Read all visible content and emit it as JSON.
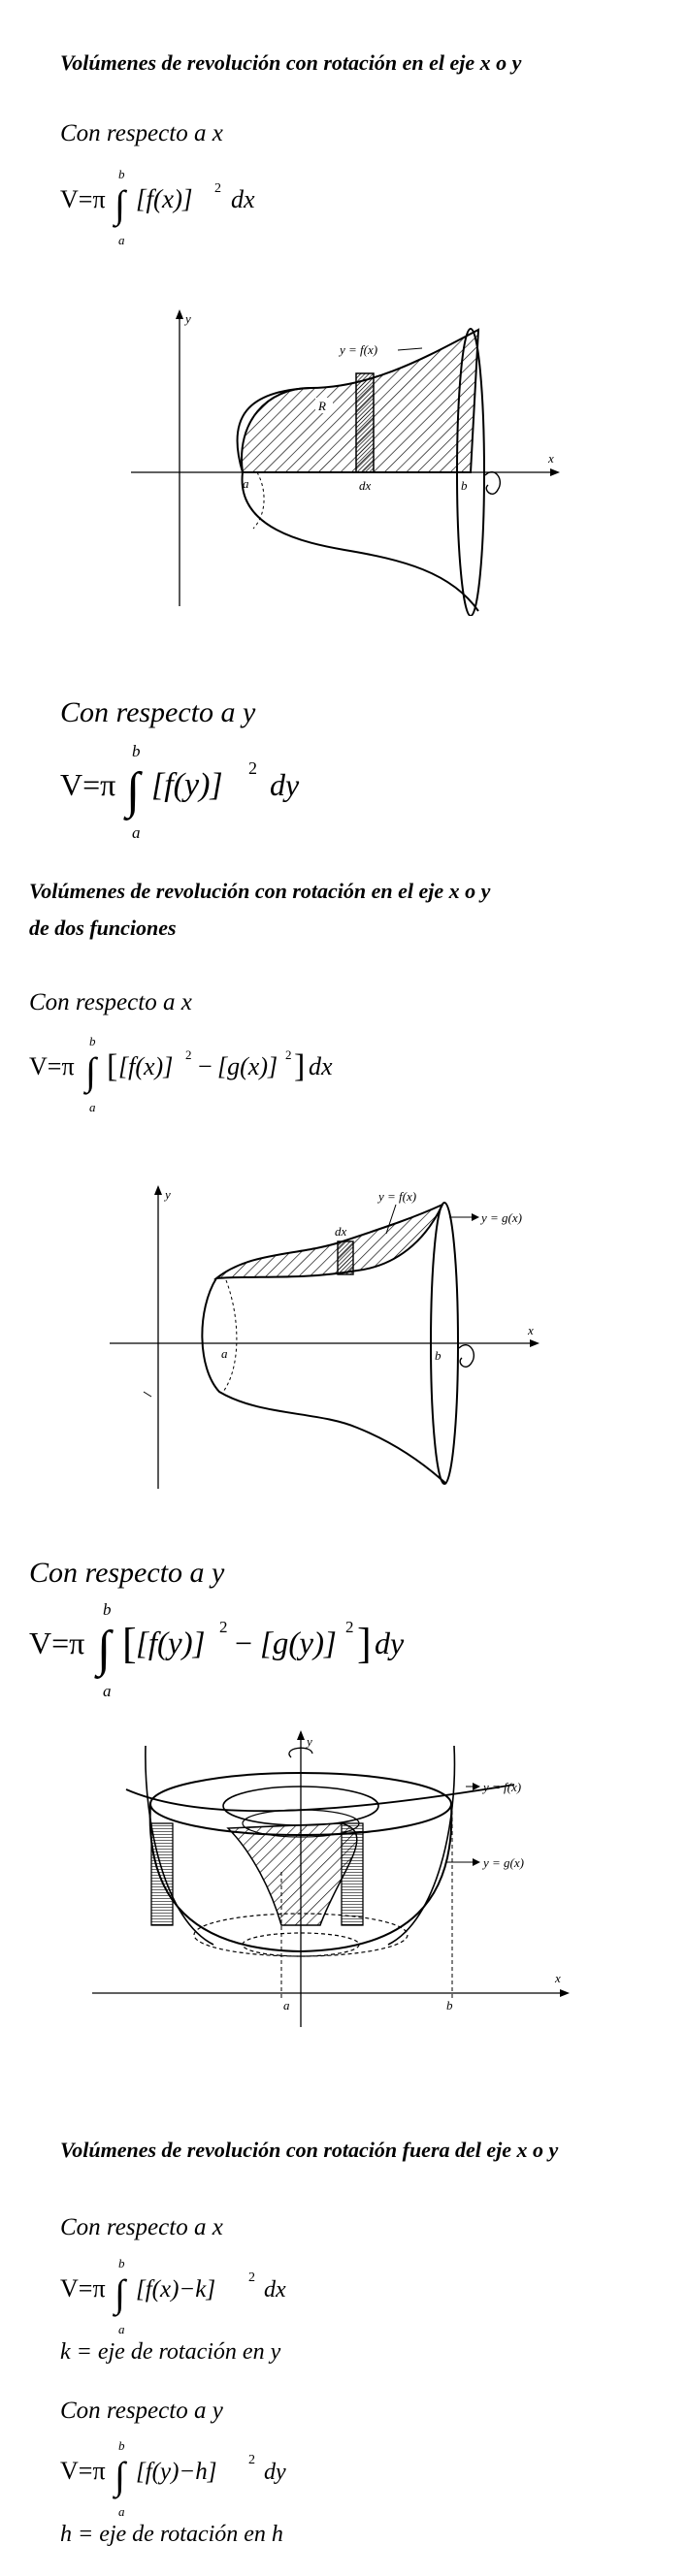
{
  "section1": {
    "heading": "Volúmenes de revolución con rotación en el eje x o y",
    "sub_x": "Con respecto a x",
    "sub_y": "Con respecto a y",
    "formula_x": {
      "lead": "V=π",
      "lower": "a",
      "upper": "b",
      "body": "[f(x)]",
      "exp": "2",
      "diff": "dx"
    },
    "formula_y": {
      "lead": "V=π",
      "lower": "a",
      "upper": "b",
      "body": "[f(y)]",
      "exp": "2",
      "diff": "dy"
    },
    "figure": {
      "fx": "y = f(x)",
      "R": "R",
      "a": "a",
      "b": "b",
      "dx": "dx",
      "xaxis": "x",
      "yaxis": "y"
    }
  },
  "section2": {
    "heading_line1": "Volúmenes de revolución con rotación en el eje x o y",
    "heading_line2": "de dos funciones",
    "sub_x": "Con respecto a x",
    "sub_y": "Con respecto a y",
    "formula_x": {
      "lead": "V=π",
      "lower": "a",
      "upper": "b",
      "p1": "[f(x)]",
      "e1": "2",
      "minus": "−",
      "p2": "[g(x)]",
      "e2": "2",
      "diff": "dx"
    },
    "formula_y": {
      "lead": "V=π",
      "lower": "a",
      "upper": "b",
      "p1": "[f(y)]",
      "e1": "2",
      "minus": "−",
      "p2": "[g(y)]",
      "e2": "2",
      "diff": "dy"
    },
    "figure1": {
      "fx": "y = f(x)",
      "gx": "y = g(x)",
      "a": "a",
      "b": "b",
      "dx": "dx",
      "xaxis": "x",
      "yaxis": "y"
    },
    "figure2": {
      "fx": "y = f(x)",
      "gx": "y = g(x)",
      "a": "a",
      "b": "b",
      "xaxis": "x",
      "yaxis": "y"
    }
  },
  "section3": {
    "heading": "Volúmenes de revolución con rotación  fuera del eje x o y",
    "sub_x": "Con respecto a x",
    "formula_x": {
      "lead": "V=π",
      "lower": "a",
      "upper": "b",
      "body": "[f(x)−k]",
      "exp": "2",
      "diff": "dx"
    },
    "note_x": "k = eje de rotación en y",
    "sub_y": "Con respecto a y",
    "formula_y": {
      "lead": "V=π",
      "lower": "a",
      "upper": "b",
      "body": "[f(y)−h]",
      "exp": "2",
      "diff": "dy"
    },
    "note_y": "h = eje de rotación en h"
  }
}
